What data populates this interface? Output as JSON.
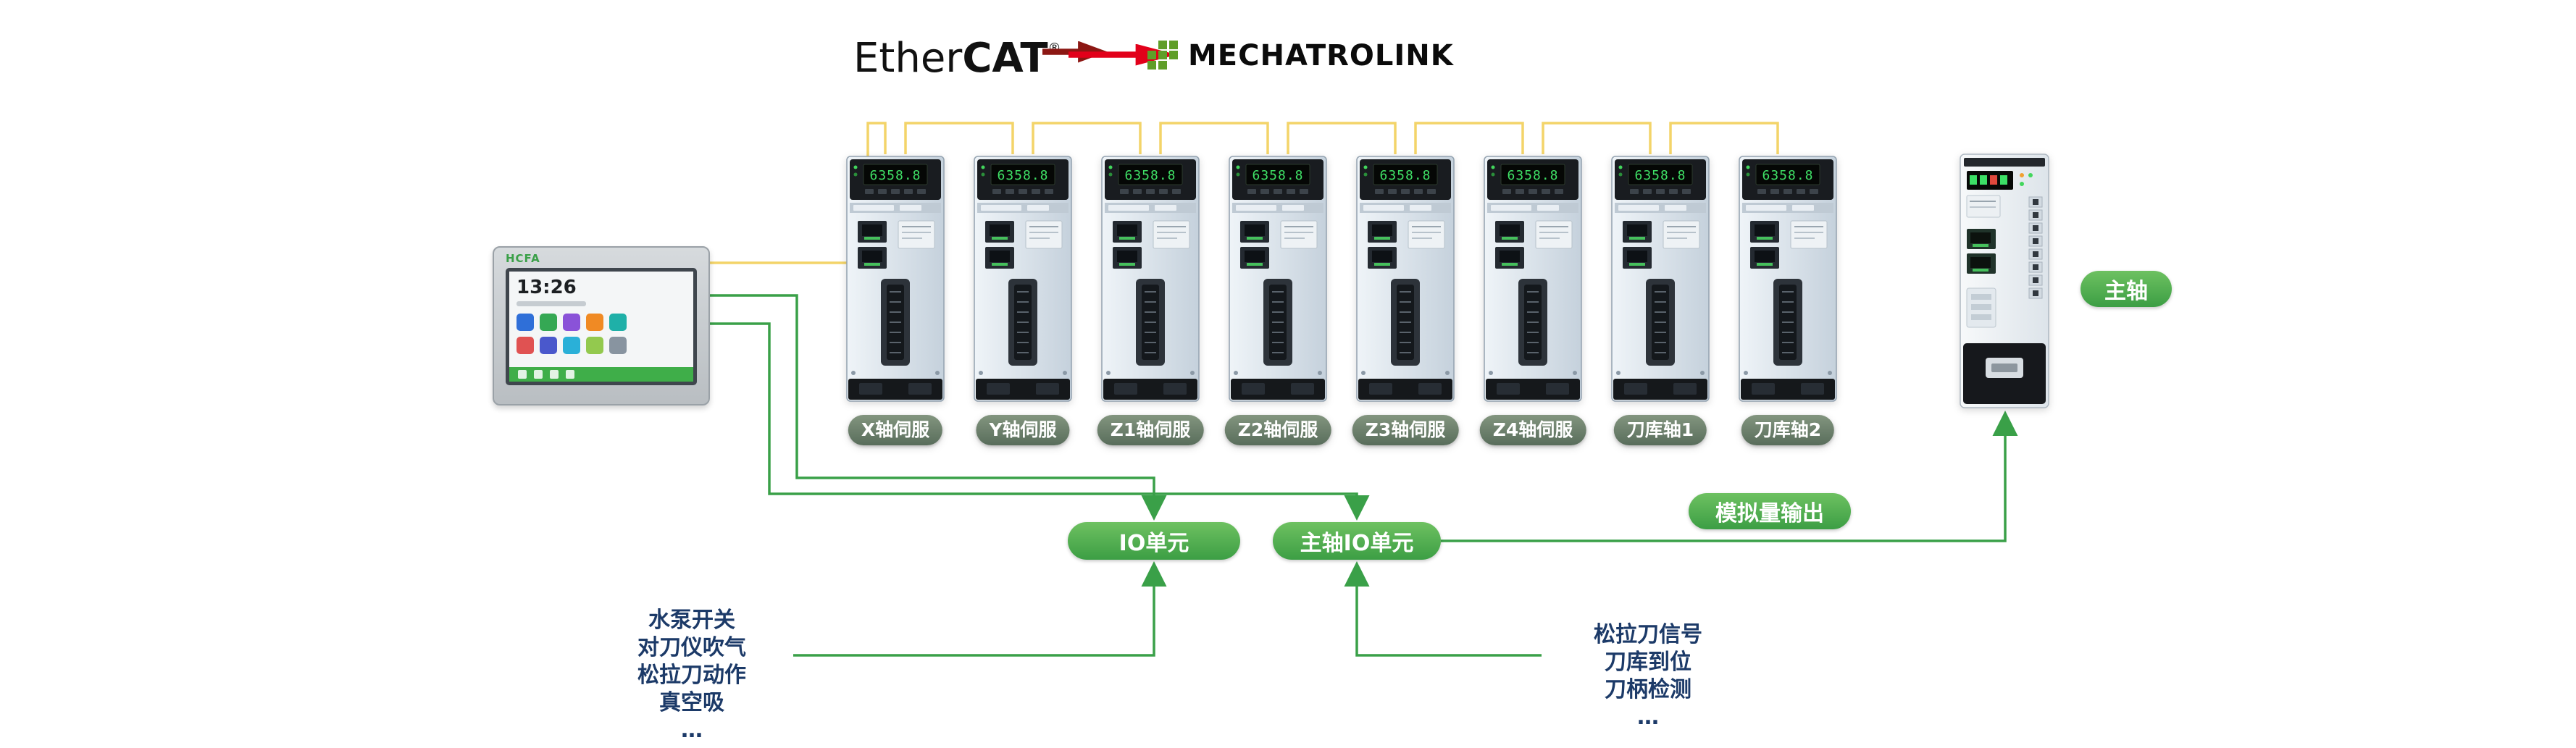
{
  "logos": {
    "ethercat": {
      "text_regular": "Ether",
      "text_bold": "CAT",
      "registered": "®"
    },
    "mechatrolink": {
      "text": "MECHATROLINK"
    }
  },
  "hmi": {
    "brand": "HCFA",
    "time": "13:26"
  },
  "servo_display": "6358.8",
  "drives": [
    {
      "label": "X轴伺服"
    },
    {
      "label": "Y轴伺服"
    },
    {
      "label": "Z1轴伺服"
    },
    {
      "label": "Z2轴伺服"
    },
    {
      "label": "Z3轴伺服"
    },
    {
      "label": "Z4轴伺服"
    },
    {
      "label": "刀库轴1"
    },
    {
      "label": "刀库轴2"
    }
  ],
  "spindle": {
    "label": "主轴"
  },
  "pills": {
    "io_unit": "IO单元",
    "spindle_io": "主轴IO单元",
    "analog_out": "模拟量输出"
  },
  "notes": {
    "left": [
      "水泵开关",
      "对刀仪吹气",
      "松拉刀动作",
      "真空吸",
      "…"
    ],
    "right": [
      "松拉刀信号",
      "刀库到位",
      "刀柄检测",
      "…"
    ]
  },
  "colors": {
    "ethercat_line": "#f3d469",
    "io_line": "#3aa048",
    "pill_green": "#3c9e44",
    "label_pill": "#66796b",
    "note_text": "#1c3a68",
    "ethercat_red": "#e2001a",
    "mechatrolink_green": "#5f9e28"
  }
}
